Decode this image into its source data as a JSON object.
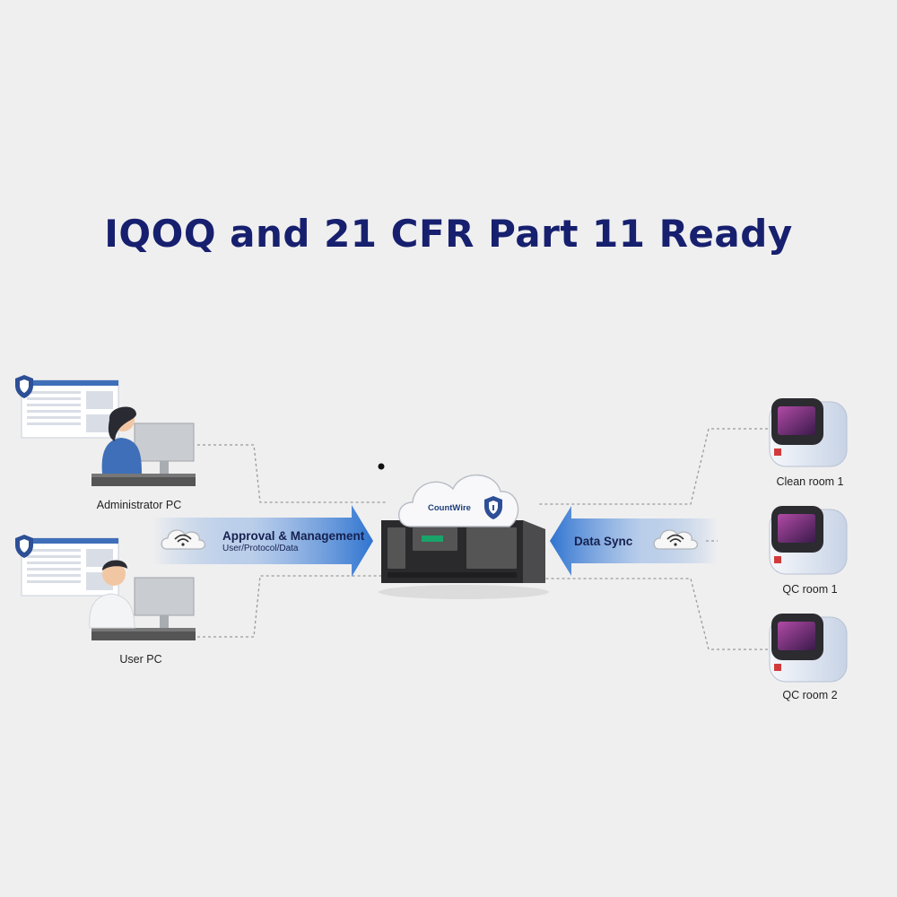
{
  "title": "IQOQ and 21 CFR Part 11 Ready",
  "server": {
    "cloud_label": "CountWire"
  },
  "left_nodes": [
    {
      "label": "Administrator PC"
    },
    {
      "label": "User PC"
    }
  ],
  "right_nodes": [
    {
      "label": "Clean room 1"
    },
    {
      "label": "QC room 1"
    },
    {
      "label": "QC room 2"
    }
  ],
  "left_arrow": {
    "title": "Approval & Management",
    "subtitle": "User/Protocol/Data"
  },
  "right_arrow": {
    "title": "Data Sync"
  },
  "colors": {
    "title": "#17206e",
    "arrow": "#2f74d0",
    "connector": "#9a9a9a",
    "background": "#efeff0"
  }
}
